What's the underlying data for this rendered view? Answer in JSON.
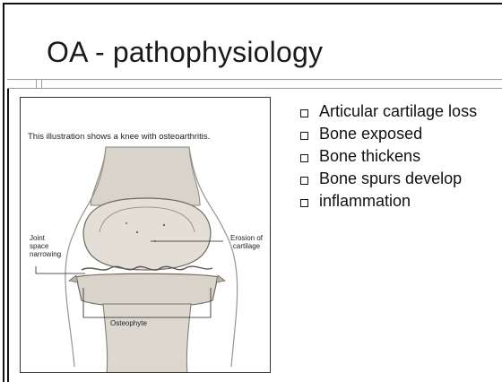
{
  "slide": {
    "title": "OA - pathophysiology",
    "bullets": [
      "Articular cartilage loss",
      "Bone exposed",
      "Bone thickens",
      "Bone spurs develop",
      "inflammation"
    ],
    "figure": {
      "caption": "This illustration shows a knee with osteoarthritis.",
      "label_joint": "Joint space narrowing",
      "label_erosion": "Erosion of cartilage",
      "label_osteophyte": "Osteophyte"
    }
  }
}
